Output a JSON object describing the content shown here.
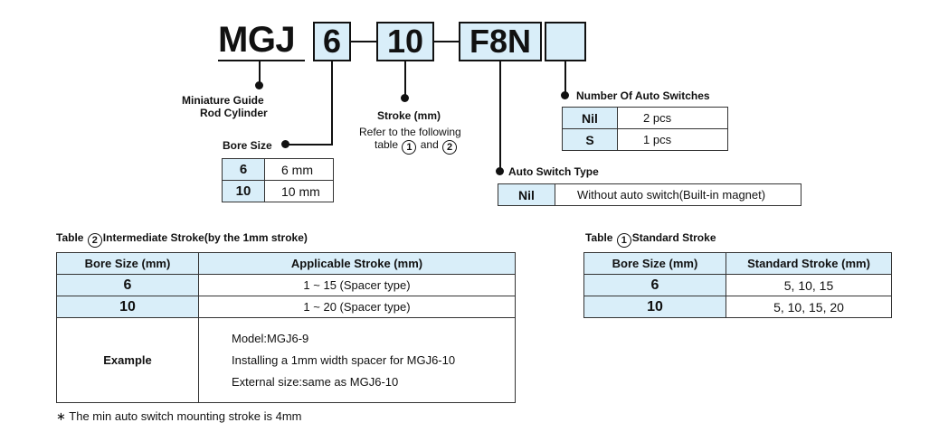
{
  "code": {
    "series": "MGJ",
    "bore": "6",
    "stroke": "10",
    "switch": "F8N",
    "count": ""
  },
  "labels": {
    "product_line1": "Miniature Guide",
    "product_line2": "Rod Cylinder",
    "bore_size_title": "Bore Size",
    "stroke_title": "Stroke (mm)",
    "stroke_note1": "Refer to the following",
    "stroke_note2_a": "table",
    "stroke_note2_c1": "1",
    "stroke_note2_b": "and",
    "stroke_note2_c2": "2",
    "num_switch_title": "Number Of Auto Switches",
    "switch_type_title": "Auto Switch Type"
  },
  "bore_table": [
    {
      "code": "6",
      "value": "6 mm"
    },
    {
      "code": "10",
      "value": "10 mm"
    }
  ],
  "num_switch_table": [
    {
      "code": "Nil",
      "value": "2 pcs"
    },
    {
      "code": "S",
      "value": "1 pcs"
    }
  ],
  "switch_type_table": [
    {
      "code": "Nil",
      "value": "Without auto switch(Built-in magnet)"
    }
  ],
  "table2": {
    "title_prefix": "Table",
    "title_num": "2",
    "title_text": "Intermediate Stroke(by the 1mm stroke)",
    "headers": [
      "Bore Size  (mm)",
      "Applicable Stroke (mm)"
    ],
    "rows": [
      {
        "bore": "6",
        "stroke": "1 ~ 15  (Spacer type)"
      },
      {
        "bore": "10",
        "stroke": "1 ~ 20  (Spacer type)"
      }
    ],
    "example_label": "Example",
    "example_lines": [
      "Model:MGJ6-9",
      "Installing a 1mm width spacer for MGJ6-10",
      "External size:same as MGJ6-10"
    ]
  },
  "table1": {
    "title_prefix": "Table",
    "title_num": "1",
    "title_text": "Standard Stroke",
    "headers": [
      "Bore Size  (mm)",
      "Standard Stroke (mm)"
    ],
    "rows": [
      {
        "bore": "6",
        "stroke": "5, 10, 15"
      },
      {
        "bore": "10",
        "stroke": "5, 10, 15, 20"
      }
    ]
  },
  "footnote": "∗  The min auto switch mounting stroke is 4mm",
  "colors": {
    "header_bg": "#d9eef9",
    "ink": "#111111"
  }
}
